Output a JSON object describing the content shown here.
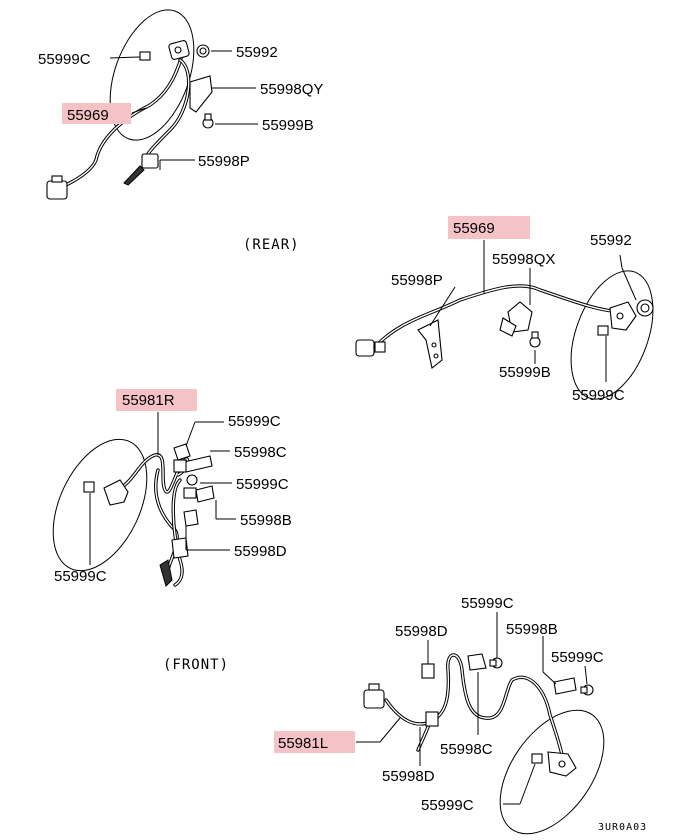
{
  "diagram": {
    "captions": {
      "rear": "(REAR)",
      "front": "(FRONT)"
    },
    "figure_code": "3UR0A03",
    "highlight_color": "#f5c3c6",
    "labels": {
      "rear_top": {
        "c_55999C": "55999C",
        "c_55992": "55992",
        "c_55969": "55969",
        "c_55998QY": "55998QY",
        "c_55999B": "55999B",
        "c_55998P": "55998P"
      },
      "rear_right": {
        "c_55969": "55969",
        "c_55992": "55992",
        "c_55998P": "55998P",
        "c_55998QX": "55998QX",
        "c_55999B": "55999B",
        "c_55999C": "55999C"
      },
      "front_r": {
        "c_55981R": "55981R",
        "c_55999C_a": "55999C",
        "c_55998C": "55998C",
        "c_55999C_b": "55999C",
        "c_55998B": "55998B",
        "c_55998D": "55998D",
        "c_55999C_c": "55999C"
      },
      "front_l": {
        "c_55999C_a": "55999C",
        "c_55998D_a": "55998D",
        "c_55998B": "55998B",
        "c_55999C_b": "55999C",
        "c_55981L": "55981L",
        "c_55998C": "55998C",
        "c_55998D_b": "55998D",
        "c_55999C_c": "55999C"
      }
    }
  }
}
